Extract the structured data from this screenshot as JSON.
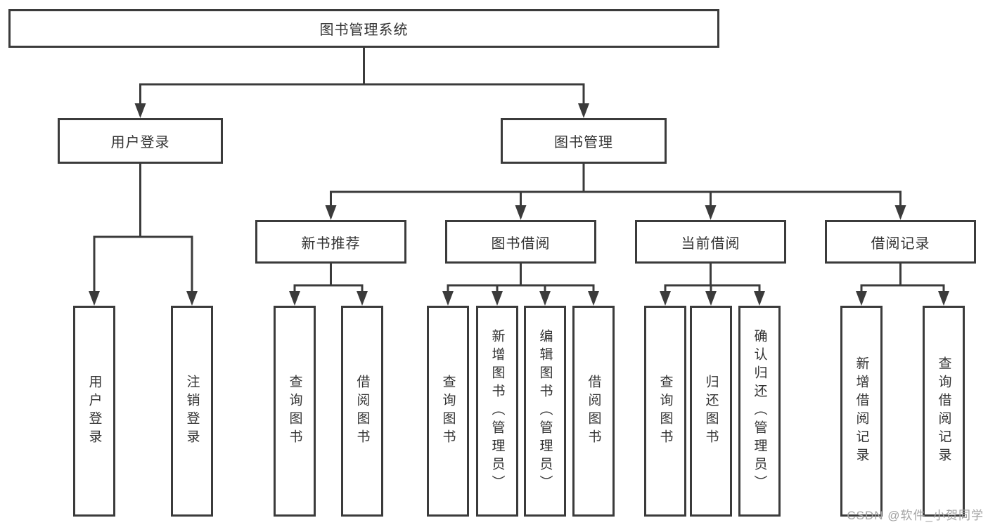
{
  "diagram": {
    "type": "tree",
    "root": {
      "label": "图书管理系统"
    },
    "level2": [
      {
        "label": "用户登录"
      },
      {
        "label": "图书管理"
      }
    ],
    "level3": [
      {
        "label": "新书推荐"
      },
      {
        "label": "图书借阅"
      },
      {
        "label": "当前借阅"
      },
      {
        "label": "借阅记录"
      }
    ],
    "leaves": {
      "user_login": [
        "用户登录",
        "注销登录"
      ],
      "new_book_recommendation": [
        "查询图书",
        "借阅图书"
      ],
      "book_borrowing": [
        "查询图书",
        "新增图书（管理员）",
        "编辑图书（管理员）",
        "借阅图书"
      ],
      "current_borrowing": [
        "查询图书",
        "归还图书",
        "确认归还（管理员）"
      ],
      "borrowing_records": [
        "新增借阅记录",
        "查询借阅记录"
      ]
    }
  },
  "watermark": {
    "text": "CSDN @软件_小贺同学"
  },
  "colors": {
    "line": "#3b3b3b",
    "text": "#333333",
    "watermark": "#a3a3a3",
    "background": "#ffffff"
  }
}
